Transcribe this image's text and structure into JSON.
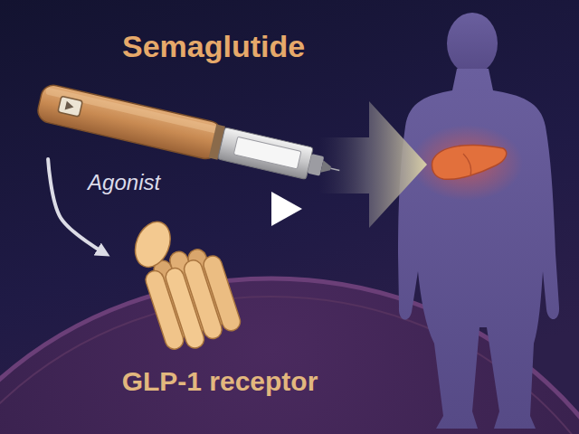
{
  "diagram": {
    "nodes": [
      {
        "text": [
          "Semaglutide"
        ]
      },
      {
        "text": [
          "GLP-1 receptor"
        ]
      }
    ],
    "edges": [
      {
        "from": 0,
        "to": 1,
        "arrow": "to",
        "label": "Agonist"
      }
    ]
  }
}
